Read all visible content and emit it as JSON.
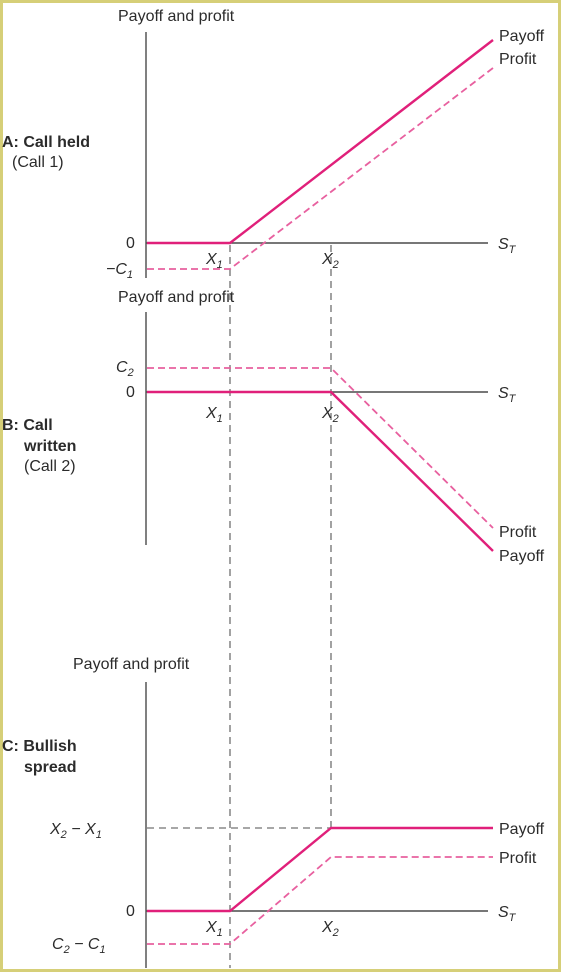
{
  "colors": {
    "payoff": "#e0207a",
    "profit": "#e8609f",
    "axis": "#4a4a4a",
    "guide": "#8a8a8a",
    "frame": "#d6cf78"
  },
  "panel_a": {
    "title_bold": "A: Call held",
    "title_sub": "(Call 1)",
    "y_title": "Payoff and profit",
    "y_zero": "0",
    "y_neg_prefix": "−C",
    "y_neg_sub": "1",
    "x1": "X",
    "x1_sub": "1",
    "x2": "X",
    "x2_sub": "2",
    "s": "S",
    "s_sub": "T",
    "legend_payoff": "Payoff",
    "legend_profit": "Profit"
  },
  "panel_b": {
    "title_bold_1": "B: Call",
    "title_bold_2": "written",
    "title_sub": "(Call 2)",
    "y_title": "Payoff and profit",
    "y_zero": "0",
    "y_c2": "C",
    "y_c2_sub": "2",
    "x1": "X",
    "x1_sub": "1",
    "x2": "X",
    "x2_sub": "2",
    "s": "S",
    "s_sub": "T",
    "legend_profit": "Profit",
    "legend_payoff": "Payoff"
  },
  "panel_c": {
    "title_bold_1": "C: Bullish",
    "title_bold_2": "spread",
    "y_title": "Payoff and profit",
    "y_zero": "0",
    "y_top_a": "X",
    "y_top_a_sub": "2",
    "y_top_mid": " − X",
    "y_top_b_sub": "1",
    "y_bot_a": "C",
    "y_bot_a_sub": "2",
    "y_bot_mid": " − C",
    "y_bot_b_sub": "1",
    "x1": "X",
    "x1_sub": "1",
    "x2": "X",
    "x2_sub": "2",
    "s": "S",
    "s_sub": "T",
    "legend_payoff": "Payoff",
    "legend_profit": "Profit"
  }
}
